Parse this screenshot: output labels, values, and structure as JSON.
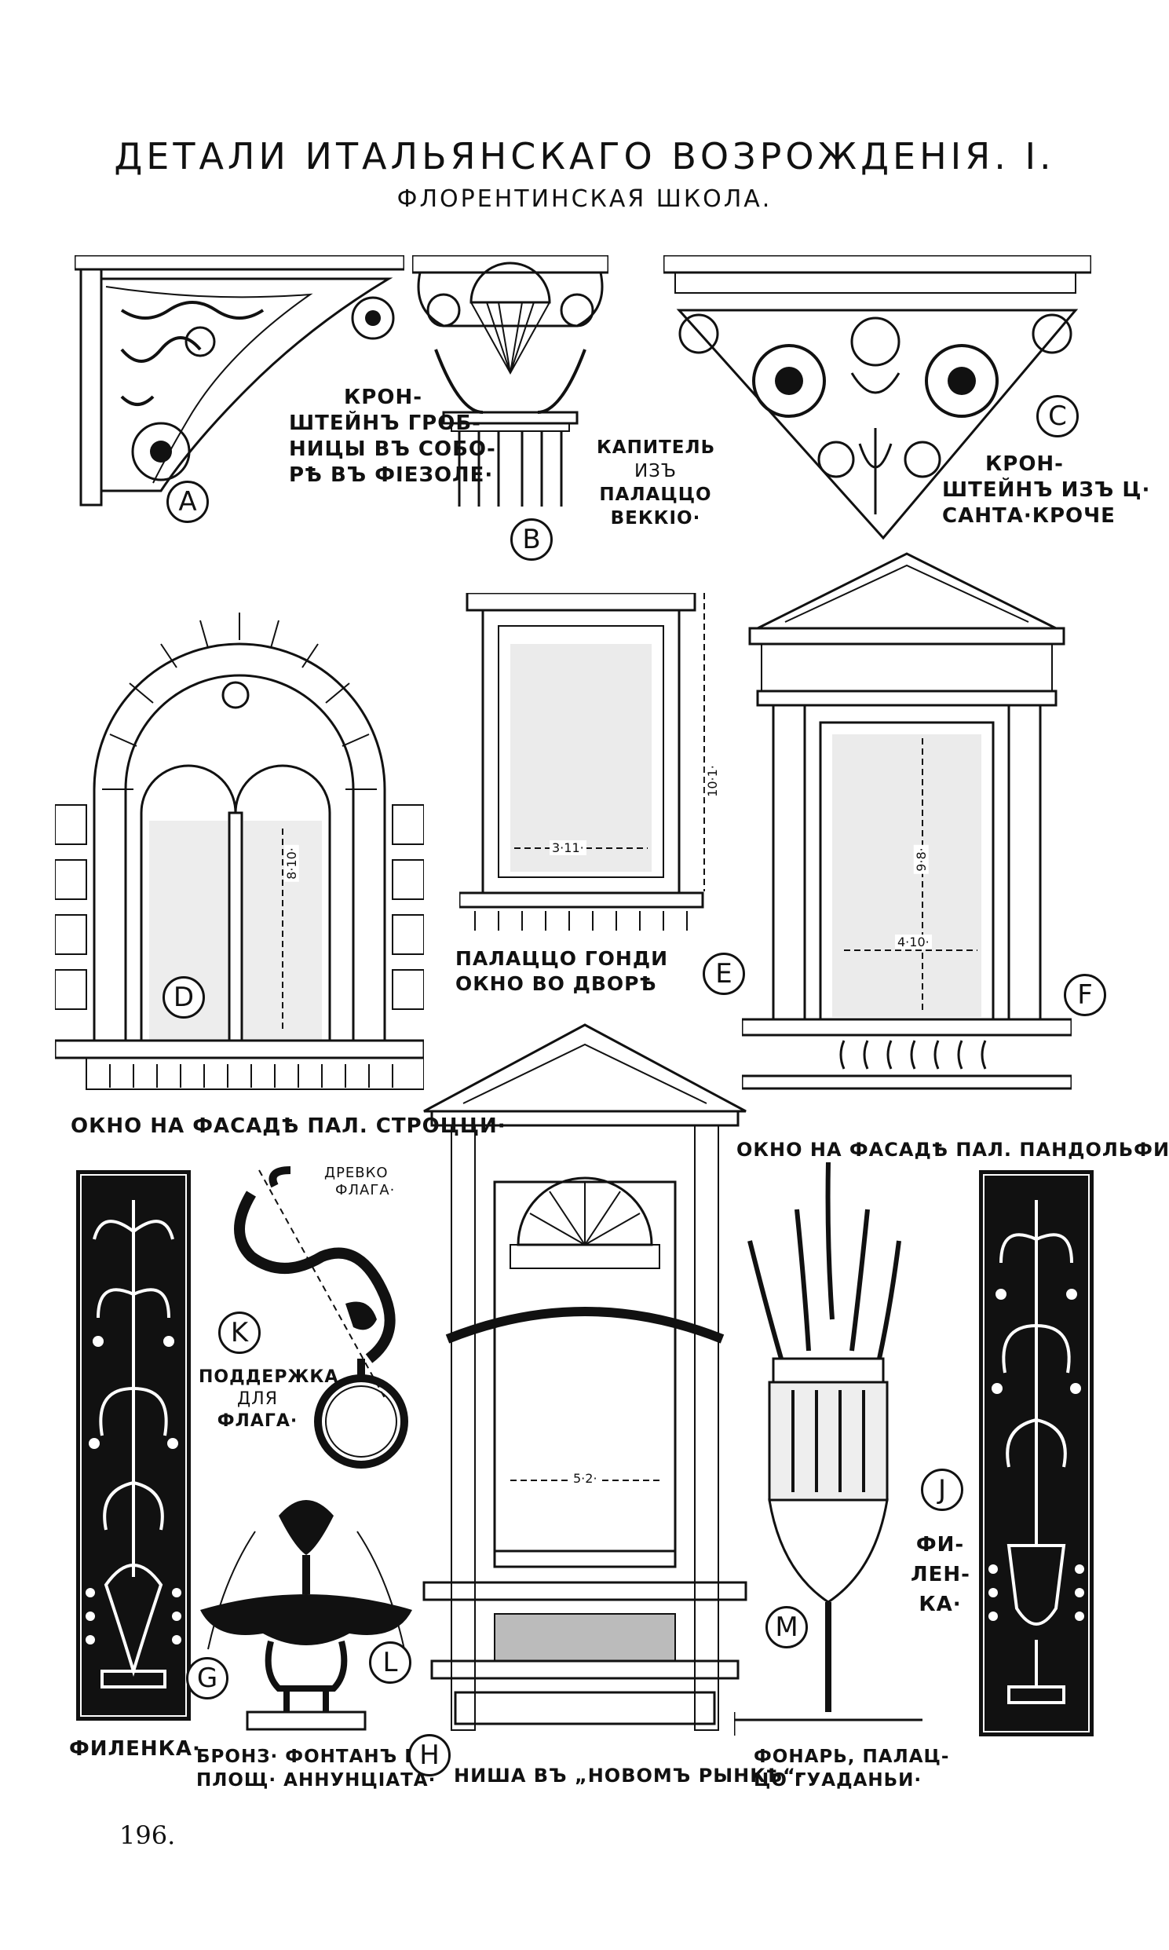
{
  "header": {
    "title": "ДЕТАЛИ ИТАЛЬЯНСКАГО ВОЗРОЖДЕНІЯ. I.",
    "subtitle": "ФЛОРЕНТИНСКАЯ ШКОЛА."
  },
  "figures": {
    "a": {
      "letter": "A",
      "caption": [
        "КРОН-",
        "ШТЕЙНЪ ГРОБ-",
        "НИЦЫ ВЪ СОБО-",
        "РѢ ВЪ ФІЕЗОЛЕ·"
      ]
    },
    "b": {
      "letter": "B",
      "caption": [
        "КАПИТЕЛЬ",
        "ИЗЪ",
        "ПАЛАЦЦО",
        "ВЕККІО·"
      ]
    },
    "c": {
      "letter": "C",
      "caption": [
        "КРОН-",
        "ШТЕЙНЪ ИЗЪ Ц·",
        "САНТА·КРОЧЕ"
      ]
    },
    "d": {
      "letter": "D",
      "dimension": "8·10·",
      "caption": "ОКНО НА ФАСАДѢ ПАЛ. СТРОЦЦИ·"
    },
    "e": {
      "letter": "E",
      "dim_height": "10·1·",
      "dim_width": "3·11·",
      "caption": [
        "ПАЛАЦЦО ГОНДИ",
        "ОКНО ВО ДВОРѢ"
      ]
    },
    "f": {
      "letter": "F",
      "dim_height": "9·8·",
      "dim_width": "4·10·",
      "caption": "ОКНО НА ФАСАДѢ ПАЛ. ПАНДОЛЬФИНИ·"
    },
    "g": {
      "letter": "G",
      "caption": [
        "ФИЛЕНКА·"
      ]
    },
    "h": {
      "letter": "H",
      "dim_width": "5·2·",
      "caption": "НИША ВЪ „НОВОМЪ РЫНКѢ“·"
    },
    "j": {
      "letter": "J",
      "caption": [
        "ФИ-",
        "ЛЕН-",
        "КА·"
      ]
    },
    "k": {
      "letter": "K",
      "pole_label": [
        "ДРЕВКО",
        "ФЛАГА·"
      ],
      "caption": [
        "ПОДДЕРЖКА",
        "ДЛЯ",
        "ФЛАГА·"
      ]
    },
    "l": {
      "letter": "L",
      "caption": [
        "БРОНЗ· ФОНТАНЪ НА",
        "ПЛОЩ· АННУНЦІАТА·"
      ]
    },
    "m": {
      "letter": "M",
      "caption": [
        "ФОНАРЬ, ПАЛАЦ-",
        "ЦО ГУАДАНЬИ·"
      ]
    }
  },
  "footer": {
    "page_number": "196."
  }
}
